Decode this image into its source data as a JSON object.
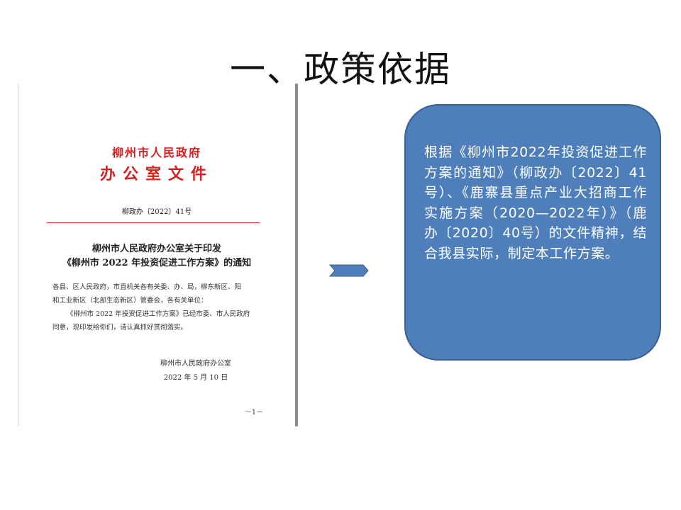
{
  "slide": {
    "title": "一、政策依据"
  },
  "document": {
    "org_name": "柳州市人民政府",
    "doc_kind": "办公室文件",
    "doc_number": "柳政办〔2022〕41号",
    "heading_line1": "柳州市人民政府办公室关于印发",
    "heading_line2": "《柳州市 2022 年投资促进工作方案》的通知",
    "recipients_line1": "各县、区人民政府，市直机关各有关委、办、局，柳东新区、阳",
    "recipients_line2": "和工业新区（北部生态新区）管委会，各有关单位：",
    "body_line1": "《柳州市 2022 年投资促进工作方案》已经市委、市人民政府",
    "body_line2": "同意，现印发给你们，请认真抓好贯彻落实。",
    "signer": "柳州市人民政府办公室",
    "date": "2022 年 5 月 10 日",
    "page_number": "－1－"
  },
  "callout": {
    "text": "根据《柳州市2022年投资促进工作方案的通知》（柳政办〔2022〕41号）、《鹿寨县重点产业大招商工作实施方案（2020—2022年）》（鹿办〔2020〕40号）的文件精神，结合我县实际，制定本工作方案。"
  },
  "colors": {
    "document_red": "#d62020",
    "callout_fill": "#4f7fbb",
    "arrow_fill": "#4f7fbb"
  },
  "icons": {
    "arrow": "chevron-arrow-right-icon"
  }
}
